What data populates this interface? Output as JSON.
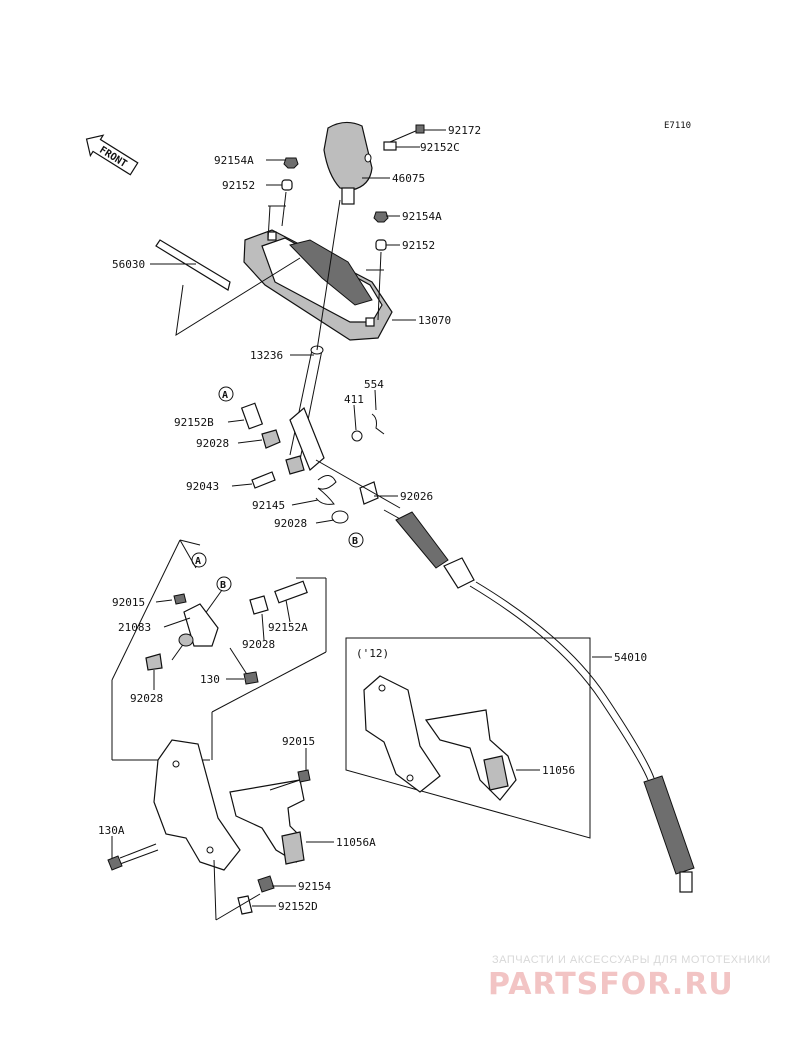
{
  "diagram_code": "E7110",
  "front_label": "FRONT",
  "year_note": "('12)",
  "callouts": {
    "A": "A",
    "B": "B"
  },
  "parts": {
    "p92172": "92172",
    "p92152C": "92152C",
    "p92154A_top": "92154A",
    "p92152_top": "92152",
    "p46075": "46075",
    "p92154A": "92154A",
    "p92152": "92152",
    "p56030": "56030",
    "p13070": "13070",
    "p13236": "13236",
    "p554": "554",
    "p411": "411",
    "p92152B": "92152B",
    "p92028_a": "92028",
    "p92043": "92043",
    "p92026": "92026",
    "p92145": "92145",
    "p92028_b": "92028",
    "p92015_top": "92015",
    "p21083": "21083",
    "p92152A": "92152A",
    "p92028_c": "92028",
    "p130": "130",
    "p92028_d": "92028",
    "p54010": "54010",
    "p11056": "11056",
    "p92015": "92015",
    "p130A": "130A",
    "p11056A": "11056A",
    "p92154": "92154",
    "p92152D": "92152D"
  },
  "watermark": {
    "tagline": "ЗАПЧАСТИ И АКСЕССУАРЫ ДЛЯ МОТОТЕХНИКИ",
    "site": "PARTSFOR.RU"
  }
}
